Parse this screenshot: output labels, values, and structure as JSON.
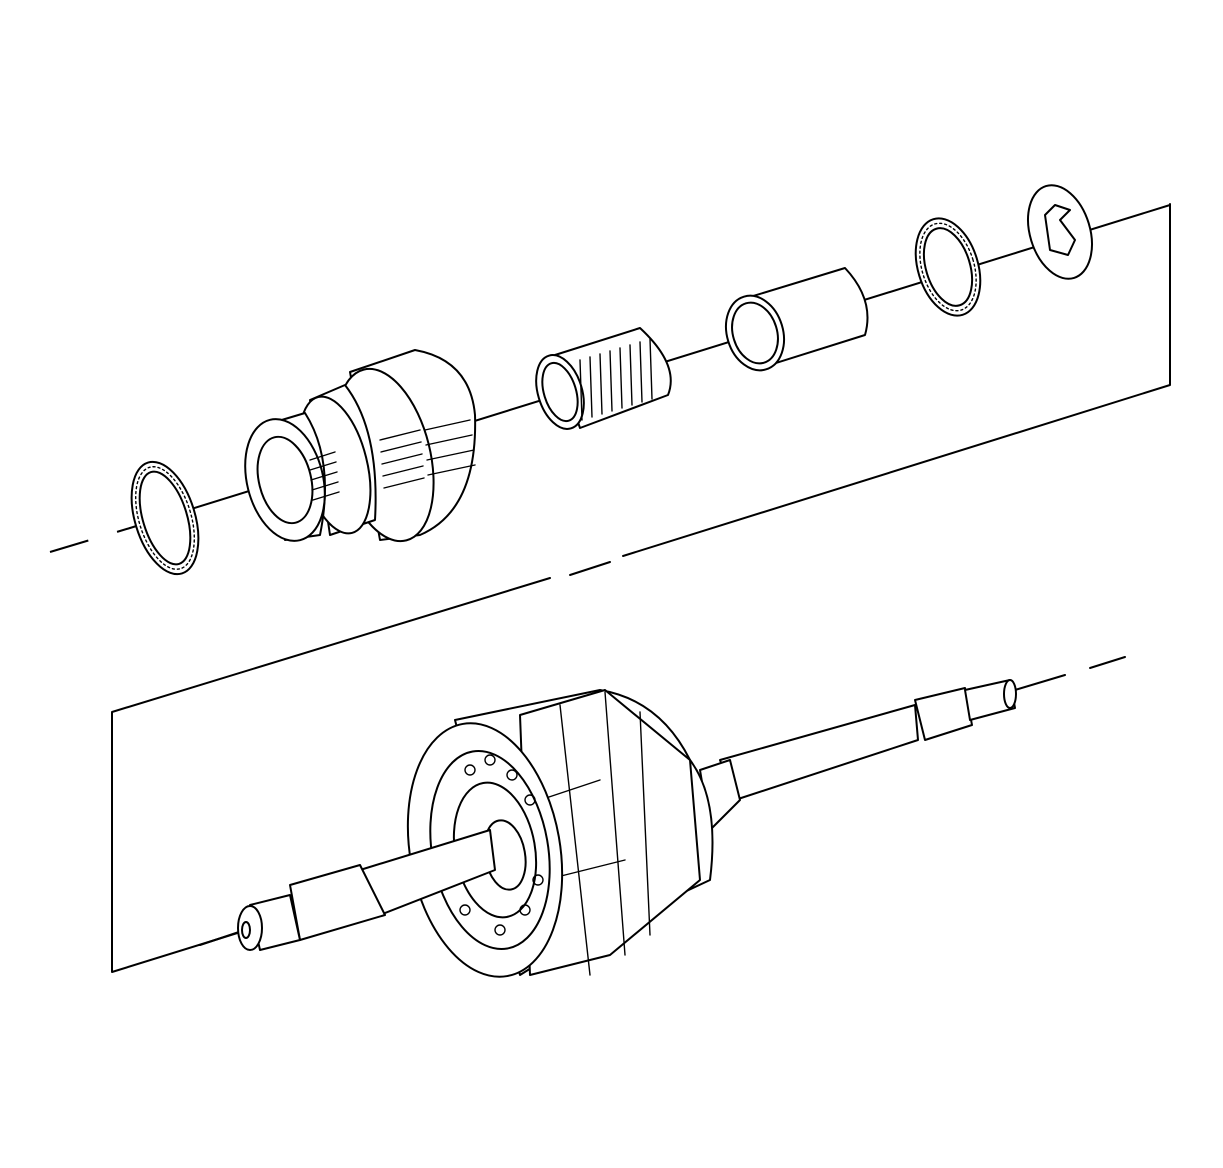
{
  "diagram": {
    "stroke_color": "#000000",
    "background_color": "#ffffff",
    "parts": [
      {
        "id": "thrust-bearing-left"
      },
      {
        "id": "splined-gear-hub"
      },
      {
        "id": "needle-roller-cage"
      },
      {
        "id": "sleeve-bushing"
      },
      {
        "id": "thrust-bearing-right"
      },
      {
        "id": "tabbed-thrust-washer"
      },
      {
        "id": "clutch-drum-shaft-assembly"
      }
    ]
  }
}
